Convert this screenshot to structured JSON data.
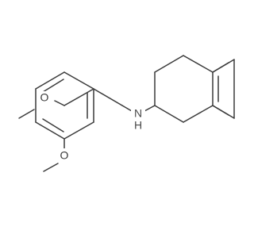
{
  "molecule": {
    "atoms": {
      "o_top": "O",
      "o_bottom": "O",
      "n_amine": "N",
      "h_amine": "H"
    }
  }
}
